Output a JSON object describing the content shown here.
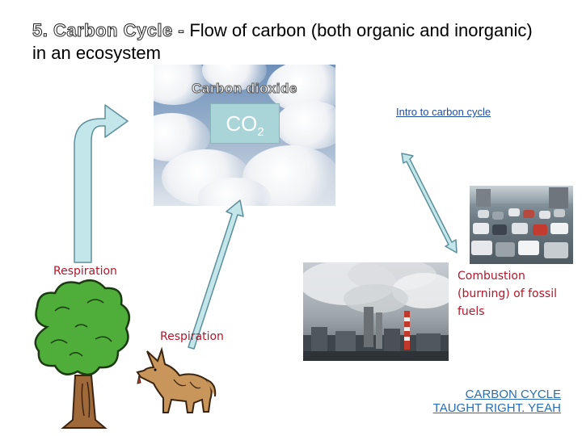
{
  "title": {
    "prefix": "5. Carbon Cycle -",
    "text": "Flow of carbon (both organic and inorganic) in an ecosystem"
  },
  "sky": {
    "label": "Carbon dioxide",
    "co2_main": "CO",
    "co2_sub": "2"
  },
  "links": {
    "intro": "Intro to carbon cycle",
    "bottom_line1": "CARBON CYCLE",
    "bottom_line2": "TAUGHT RIGHT.  YEAH"
  },
  "labels": {
    "respiration_plant": "Respiration",
    "respiration_animal": "Respiration",
    "combustion_line1": "Combustion",
    "combustion_line2": "(burning) of fossil",
    "combustion_line3": "fuels"
  },
  "colors": {
    "arrow_fill": "#c2e6ea",
    "arrow_stroke": "#5d8f9a",
    "label_red": "#b0172b",
    "link_blue": "#1f4fa0"
  },
  "icons": [
    "tree-icon",
    "coyote-icon",
    "factory-icon",
    "traffic-icon",
    "clouds-icon"
  ]
}
